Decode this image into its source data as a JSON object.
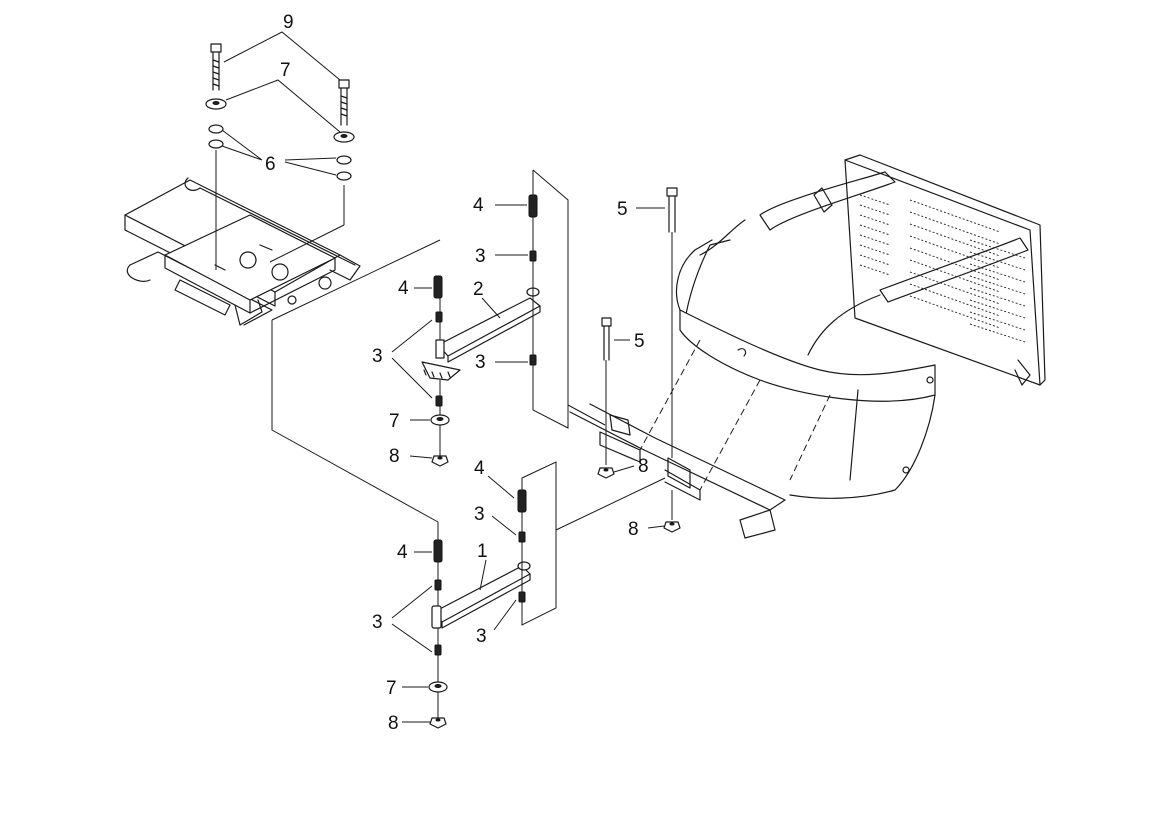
{
  "callouts": [
    {
      "id": "c9",
      "text": "9"
    },
    {
      "id": "c7a",
      "text": "7"
    },
    {
      "id": "c6",
      "text": "6"
    },
    {
      "id": "c4a",
      "text": "4"
    },
    {
      "id": "c3a",
      "text": "3"
    },
    {
      "id": "c4b",
      "text": "4"
    },
    {
      "id": "c2",
      "text": "2"
    },
    {
      "id": "c3b",
      "text": "3"
    },
    {
      "id": "c3c",
      "text": "3"
    },
    {
      "id": "c7b",
      "text": "7"
    },
    {
      "id": "c8a",
      "text": "8"
    },
    {
      "id": "c5a",
      "text": "5"
    },
    {
      "id": "c5b",
      "text": "5"
    },
    {
      "id": "c8b",
      "text": "8"
    },
    {
      "id": "c8c",
      "text": "8"
    },
    {
      "id": "c4c",
      "text": "4"
    },
    {
      "id": "c3d",
      "text": "3"
    },
    {
      "id": "c1",
      "text": "1"
    },
    {
      "id": "c4d",
      "text": "4"
    },
    {
      "id": "c3e",
      "text": "3"
    },
    {
      "id": "c3f",
      "text": "3"
    },
    {
      "id": "c7c",
      "text": "7"
    },
    {
      "id": "c8d",
      "text": "8"
    }
  ]
}
